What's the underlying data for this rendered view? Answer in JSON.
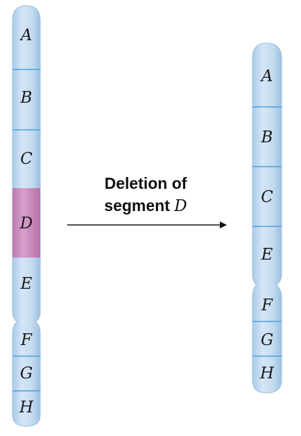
{
  "left_chromosome": {
    "segments": [
      "A",
      "B",
      "C",
      "D",
      "E",
      "F",
      "G",
      "H"
    ],
    "highlighted_segment": "D"
  },
  "right_chromosome": {
    "segments": [
      "A",
      "B",
      "C",
      "E",
      "F",
      "G",
      "H"
    ]
  },
  "caption": {
    "line1": "Deletion of",
    "line2_prefix": "segment ",
    "line2_italic": "D"
  },
  "colors": {
    "chromosome_fill": "#c5dcf0",
    "chromosome_edge": "#9fc3e4",
    "deleted_segment": "#c98bbe",
    "divider": "#4aa3d6",
    "arrow": "#111111"
  }
}
